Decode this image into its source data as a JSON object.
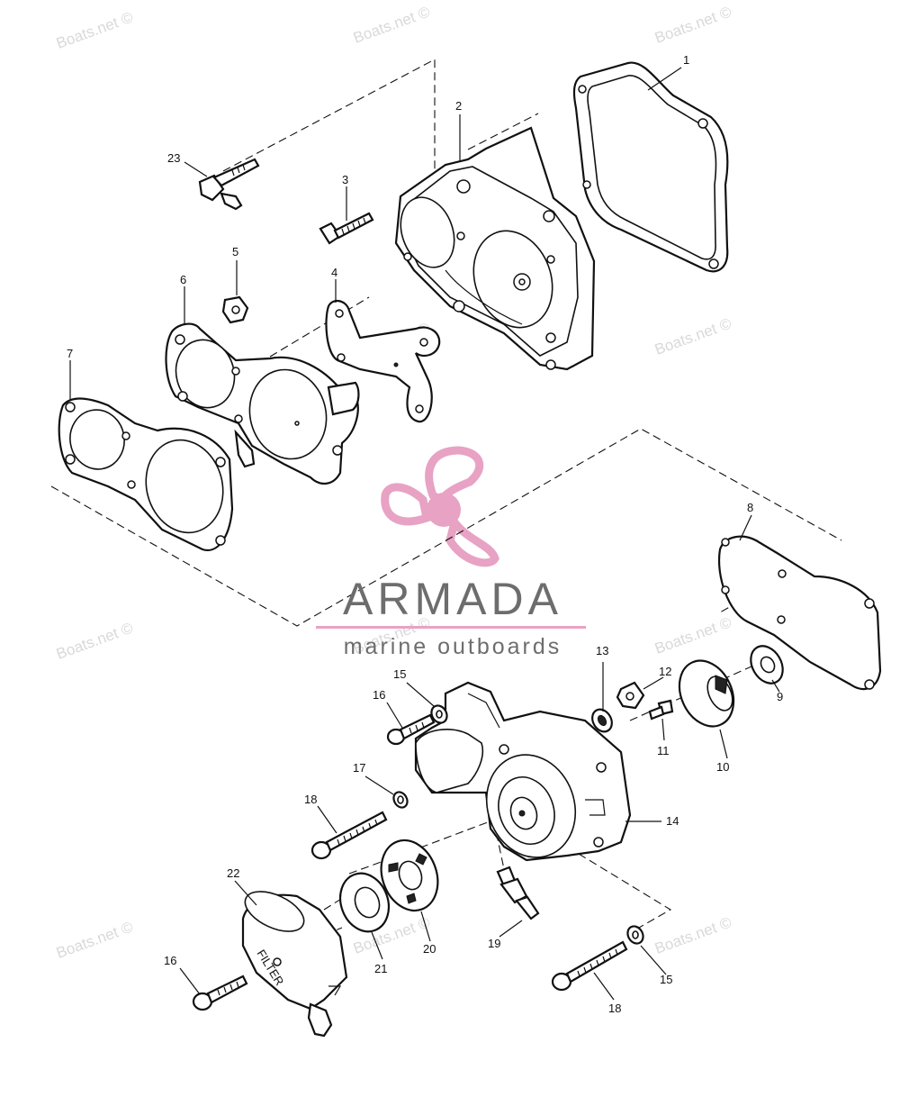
{
  "watermark": {
    "text": "Boats.net ©"
  },
  "logo": {
    "name": "ARMADA",
    "tagline": "marine outboards",
    "accent_color": "#e7a2c4",
    "text_color": "#6d6d6d"
  },
  "callouts": {
    "c1": "1",
    "c2": "2",
    "c3": "3",
    "c4": "4",
    "c5": "5",
    "c6": "6",
    "c7": "7",
    "c8": "8",
    "c9": "9",
    "c10": "10",
    "c11": "11",
    "c12": "12",
    "c13": "13",
    "c14": "14",
    "c15a": "15",
    "c15b": "15",
    "c16a": "16",
    "c16b": "16",
    "c17": "17",
    "c18a": "18",
    "c18b": "18",
    "c19": "19",
    "c20": "20",
    "c21": "21",
    "c22": "22",
    "c23": "23"
  },
  "filter_label": "FILTER"
}
